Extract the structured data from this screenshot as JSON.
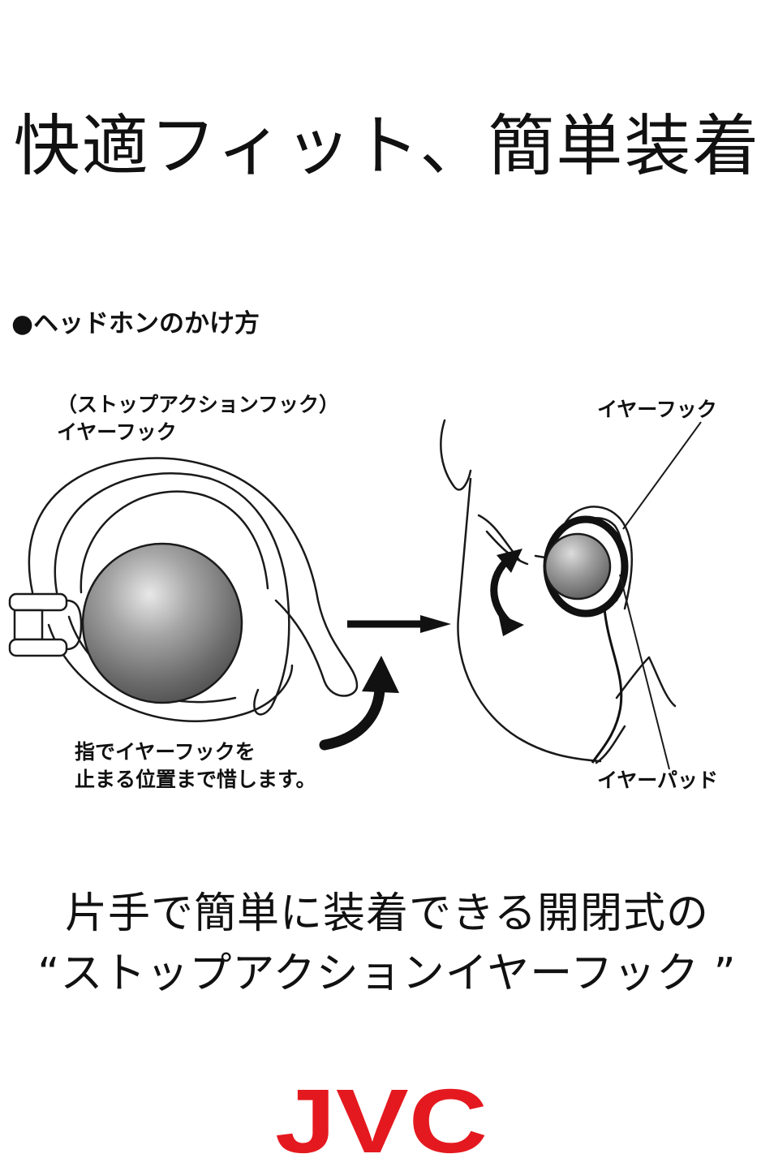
{
  "headline": "快適フィット、簡単装着",
  "section_heading": "●ヘッドホンのかけ方",
  "diagram": {
    "left_label_line1": "（ストップアクションフック）",
    "left_label_line2": "イヤーフック",
    "instruction_line1": "指でイヤーフックを",
    "instruction_line2": "止まる位置まで惜します。",
    "right_label_earhook": "イヤーフック",
    "right_label_earpad": "イヤーパッド"
  },
  "caption": {
    "line1": "片手で簡単に装着できる開閉式の",
    "line2": "“ストップアクションイヤーフック ”"
  },
  "brand": {
    "logo_text": "JVC",
    "logo_color": "#e4191f"
  }
}
